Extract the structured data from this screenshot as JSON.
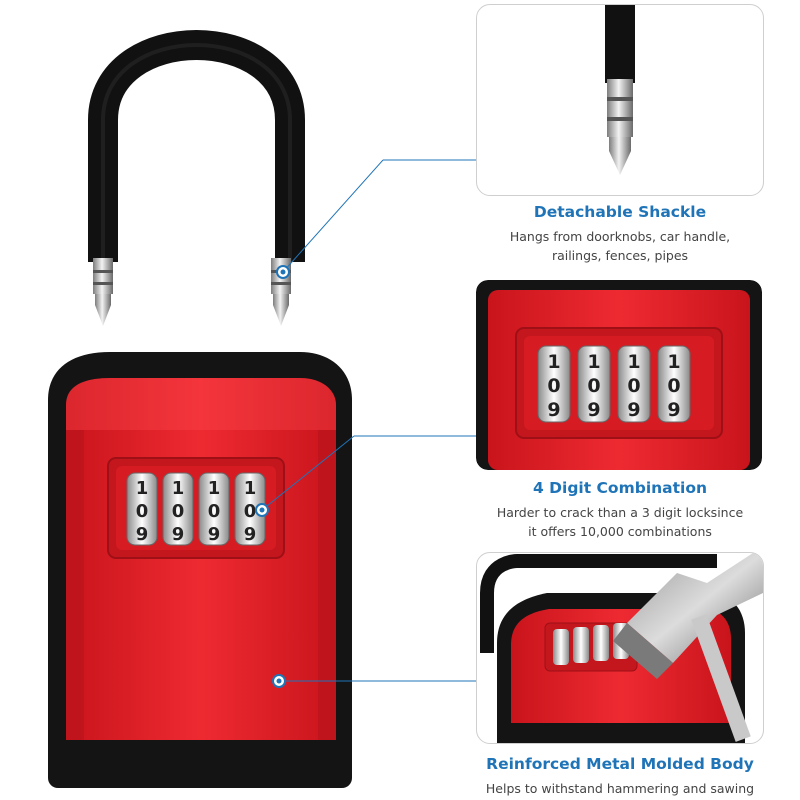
{
  "lockbox": {
    "digits_top": [
      "1",
      "1",
      "1",
      "1"
    ],
    "digits_mid": [
      "0",
      "0",
      "0",
      "0"
    ],
    "digits_bot": [
      "9",
      "9",
      "9",
      "9"
    ]
  },
  "features": [
    {
      "title": "Detachable Shackle",
      "desc": [
        "Hangs from doorknobs, car handle,",
        "railings, fences, pipes"
      ]
    },
    {
      "title": "4 Digit Combination",
      "desc": [
        "Harder to crack than a 3 digit locksince",
        "it offers 10,000 combinations"
      ]
    },
    {
      "title": "Reinforced Metal Molded Body",
      "desc": [
        "Helps to withstand hammering and sawing"
      ]
    }
  ],
  "colors": {
    "red": "#e8232b",
    "dark_red": "#b8141b",
    "black": "#161616",
    "accent_blue": "#1f74b8"
  }
}
